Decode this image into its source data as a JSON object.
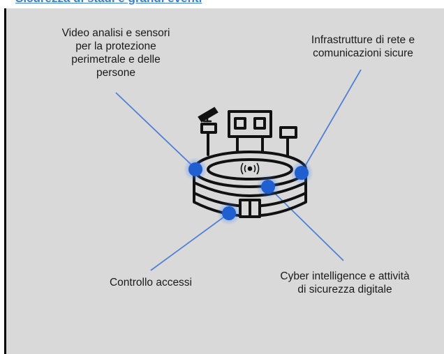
{
  "heading": "Sicurezza di stadi e grandi eventi",
  "labels": {
    "video": [
      "Video analisi e sensori",
      "per la protezione",
      "perimetrale e delle",
      "persone"
    ],
    "network": [
      "Infrastrutture di rete e",
      "comunicazioni sicure"
    ],
    "access": [
      "Controllo accessi"
    ],
    "cyber": [
      "Cyber intelligence e attività",
      "di sicurezza digitale"
    ]
  },
  "icons": {
    "stadium": "stadium-icon",
    "camera": "cctv-camera-icon",
    "signal": "wireless-signal-icon"
  },
  "colors": {
    "panel": "#d9d9d9",
    "accent_line": "#4f7fd6",
    "dot": "#1f5fd0",
    "heading": "#3a7fd0"
  }
}
